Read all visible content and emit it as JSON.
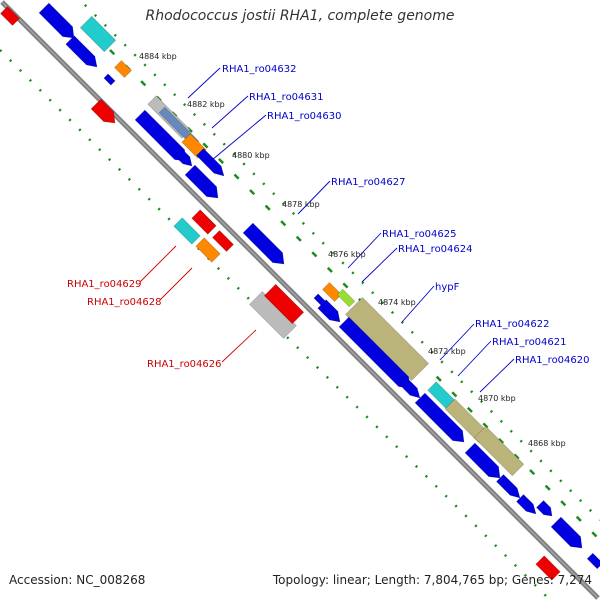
{
  "title": "Rhodococcus jostii RHA1, complete genome",
  "footer": {
    "accession": "Accession: NC_008268",
    "summary": "Topology: linear; Length: 7,804,765 bp; Genes: 7,274"
  },
  "colors": {
    "backbone": "#808080",
    "tick": "#1e8c1e",
    "forward_label": "#0000cc",
    "reverse_label": "#cc0000",
    "blue": "#0000e0",
    "red": "#ee0000",
    "cyan": "#22cccc",
    "orange": "#ff8800",
    "steel": "#6688bb",
    "khaki": "#bbb47a",
    "gray": "#bbbbbb",
    "lime": "#99dd33"
  },
  "kbp_labels": [
    "4884 kbp",
    "4882 kbp",
    "4880 kbp",
    "4878 kbp",
    "4876 kbp",
    "4874 kbp",
    "4872 kbp",
    "4870 kbp",
    "4868 kbp"
  ],
  "forward_labels": [
    "RHA1_ro04632",
    "RHA1_ro04631",
    "RHA1_ro04630",
    "RHA1_ro04627",
    "RHA1_ro04625",
    "RHA1_ro04624",
    "hypF",
    "RHA1_ro04622",
    "RHA1_ro04621",
    "RHA1_ro04620"
  ],
  "reverse_labels": [
    "RHA1_ro04629",
    "RHA1_ro04628",
    "RHA1_ro04626"
  ]
}
